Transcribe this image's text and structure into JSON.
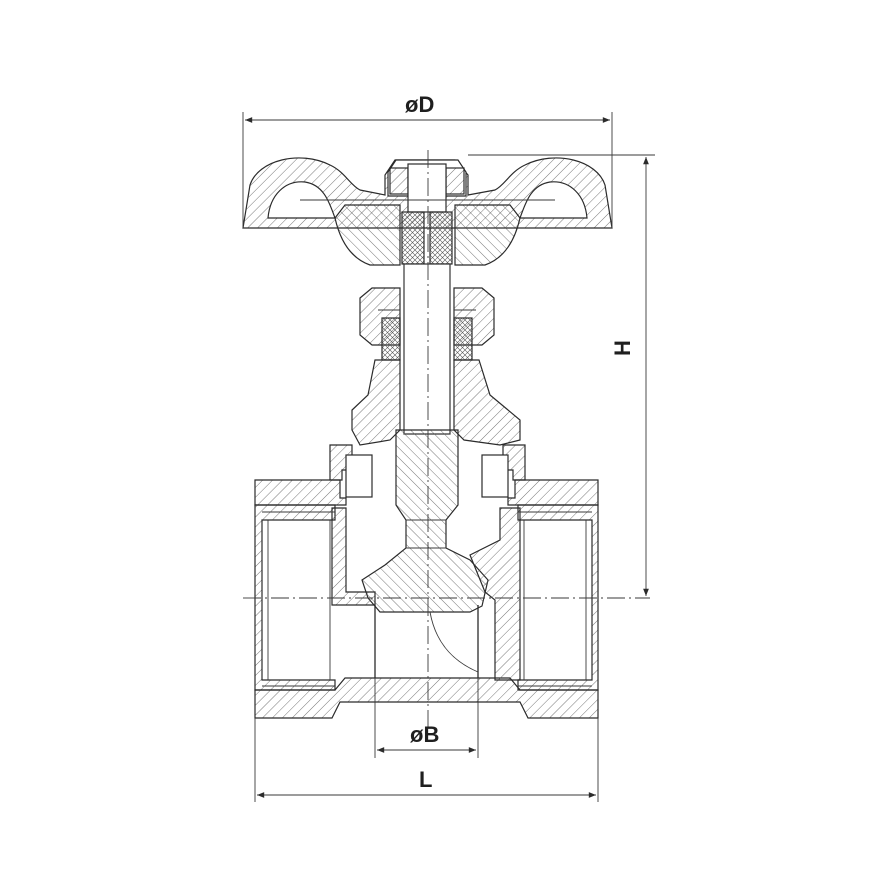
{
  "dimensions": {
    "handwheel_diameter": "øD",
    "height": "H",
    "bore_diameter": "øB",
    "length": "L"
  },
  "colors": {
    "line": "#2b2b2b",
    "background": "#ffffff"
  }
}
